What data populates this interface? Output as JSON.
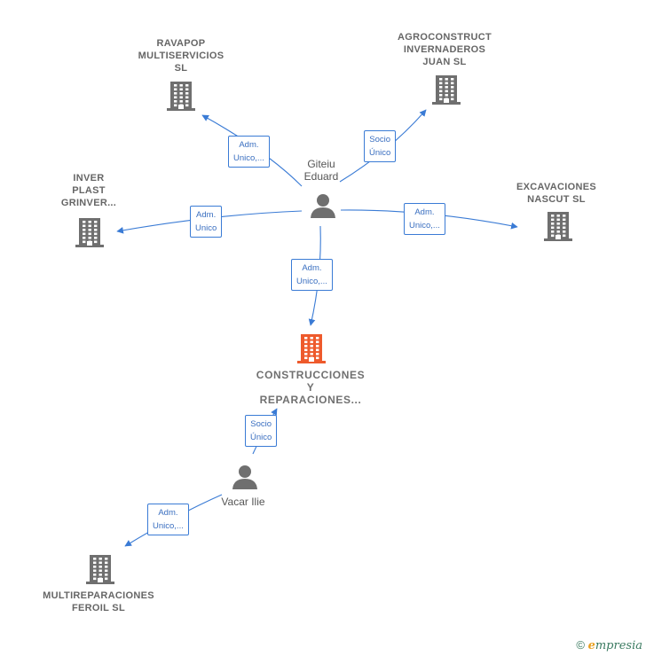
{
  "nodes": [
    {
      "id": "ravapop",
      "type": "company",
      "lines": [
        "RAVAPOP",
        "MULTISERVICIOS",
        "SL"
      ]
    },
    {
      "id": "agroconstruct",
      "type": "company",
      "lines": [
        "AGROCONSTRUCT",
        "INVERNADEROS",
        "JUAN  SL"
      ]
    },
    {
      "id": "inver",
      "type": "company",
      "lines": [
        "INVER",
        "PLAST",
        "GRINVER..."
      ]
    },
    {
      "id": "excavaciones",
      "type": "company",
      "lines": [
        "EXCAVACIONES",
        "NASCUT  SL"
      ]
    },
    {
      "id": "giteiu",
      "type": "person",
      "lines": [
        "Giteiu",
        "Eduard"
      ]
    },
    {
      "id": "construcciones",
      "type": "focus",
      "lines": [
        "CONSTRUCCIONES",
        "Y",
        "REPARACIONES..."
      ]
    },
    {
      "id": "vacar",
      "type": "person",
      "lines": [
        "Vacar Ilie"
      ]
    },
    {
      "id": "multireparaciones",
      "type": "company",
      "lines": [
        "MULTIREPARACIONES",
        "FEROIL  SL"
      ]
    }
  ],
  "edges": [
    {
      "from": "giteiu",
      "to": "ravapop",
      "lines": [
        "Adm.",
        "Unico,..."
      ]
    },
    {
      "from": "giteiu",
      "to": "agroconstruct",
      "lines": [
        "Socio",
        "Único"
      ]
    },
    {
      "from": "giteiu",
      "to": "inver",
      "lines": [
        "Adm.",
        "Unico"
      ]
    },
    {
      "from": "giteiu",
      "to": "excavaciones",
      "lines": [
        "Adm.",
        "Unico,..."
      ]
    },
    {
      "from": "giteiu",
      "to": "construcciones",
      "lines": [
        "Adm.",
        "Unico,..."
      ]
    },
    {
      "from": "vacar",
      "to": "construcciones",
      "lines": [
        "Socio",
        "Único"
      ]
    },
    {
      "from": "vacar",
      "to": "multireparaciones",
      "lines": [
        "Adm.",
        "Unico,..."
      ]
    }
  ],
  "colors": {
    "company": "#6f6f6f",
    "focus": "#ee5a2c",
    "person": "#6f6f6f",
    "edge": "#3a7bd5"
  },
  "footer": {
    "copyright": "©",
    "brand_initial": "e",
    "brand_rest": "mpresia"
  }
}
